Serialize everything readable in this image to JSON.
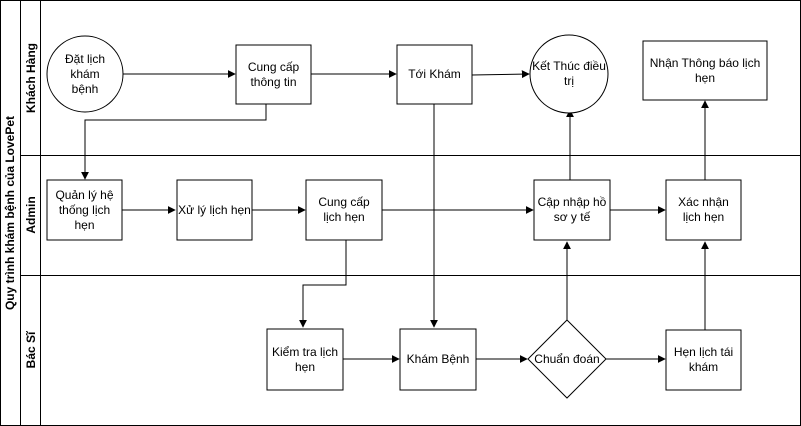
{
  "pool": {
    "title": "Quy trình khám bệnh của LovePet"
  },
  "lanes": [
    {
      "id": "customer",
      "title": "Khách Hàng"
    },
    {
      "id": "admin",
      "title": "Admin"
    },
    {
      "id": "doctor",
      "title": "Bác Sĩ"
    }
  ],
  "nodes": {
    "dat_lich": {
      "label": "Đặt lịch khám bệnh",
      "shape": "circle"
    },
    "cung_cap_thong_tin": {
      "label": "Cung cấp thông tin",
      "shape": "rect"
    },
    "toi_kham": {
      "label": "Tới Khám",
      "shape": "rect"
    },
    "ket_thuc": {
      "label": "Kết Thúc điều trị",
      "shape": "circle"
    },
    "nhan_thong_bao": {
      "label": "Nhận Thông báo lịch hẹn",
      "shape": "rect"
    },
    "quan_ly": {
      "label": "Quản lý hệ thống lịch hẹn",
      "shape": "rect"
    },
    "xu_ly": {
      "label": "Xử lý lịch hẹn",
      "shape": "rect"
    },
    "cung_cap_lich": {
      "label": "Cung cấp lịch hẹn",
      "shape": "rect"
    },
    "cap_nhap": {
      "label": "Cập nhập hồ sơ y tế",
      "shape": "rect"
    },
    "xac_nhan": {
      "label": "Xác nhận lịch hẹn",
      "shape": "rect"
    },
    "kiem_tra": {
      "label": "Kiểm tra lịch hẹn",
      "shape": "rect"
    },
    "kham_benh": {
      "label": "Khám Bệnh",
      "shape": "rect"
    },
    "chuan_doan": {
      "label": "Chuẩn đoán",
      "shape": "diamond"
    },
    "hen_lich_tai_kham": {
      "label": "Hẹn lịch tái khám",
      "shape": "rect"
    }
  },
  "edges": [
    [
      "dat_lich",
      "cung_cap_thong_tin"
    ],
    [
      "cung_cap_thong_tin",
      "toi_kham"
    ],
    [
      "toi_kham",
      "ket_thuc"
    ],
    [
      "cung_cap_thong_tin",
      "quan_ly"
    ],
    [
      "quan_ly",
      "xu_ly"
    ],
    [
      "xu_ly",
      "cung_cap_lich"
    ],
    [
      "cung_cap_lich",
      "cap_nhap"
    ],
    [
      "cap_nhap",
      "xac_nhan"
    ],
    [
      "cap_nhap",
      "ket_thuc"
    ],
    [
      "xac_nhan",
      "nhan_thong_bao"
    ],
    [
      "cung_cap_lich",
      "kiem_tra"
    ],
    [
      "kiem_tra",
      "kham_benh"
    ],
    [
      "toi_kham",
      "kham_benh"
    ],
    [
      "kham_benh",
      "chuan_doan"
    ],
    [
      "chuan_doan",
      "cap_nhap"
    ],
    [
      "chuan_doan",
      "hen_lich_tai_kham"
    ],
    [
      "hen_lich_tai_kham",
      "xac_nhan"
    ]
  ]
}
